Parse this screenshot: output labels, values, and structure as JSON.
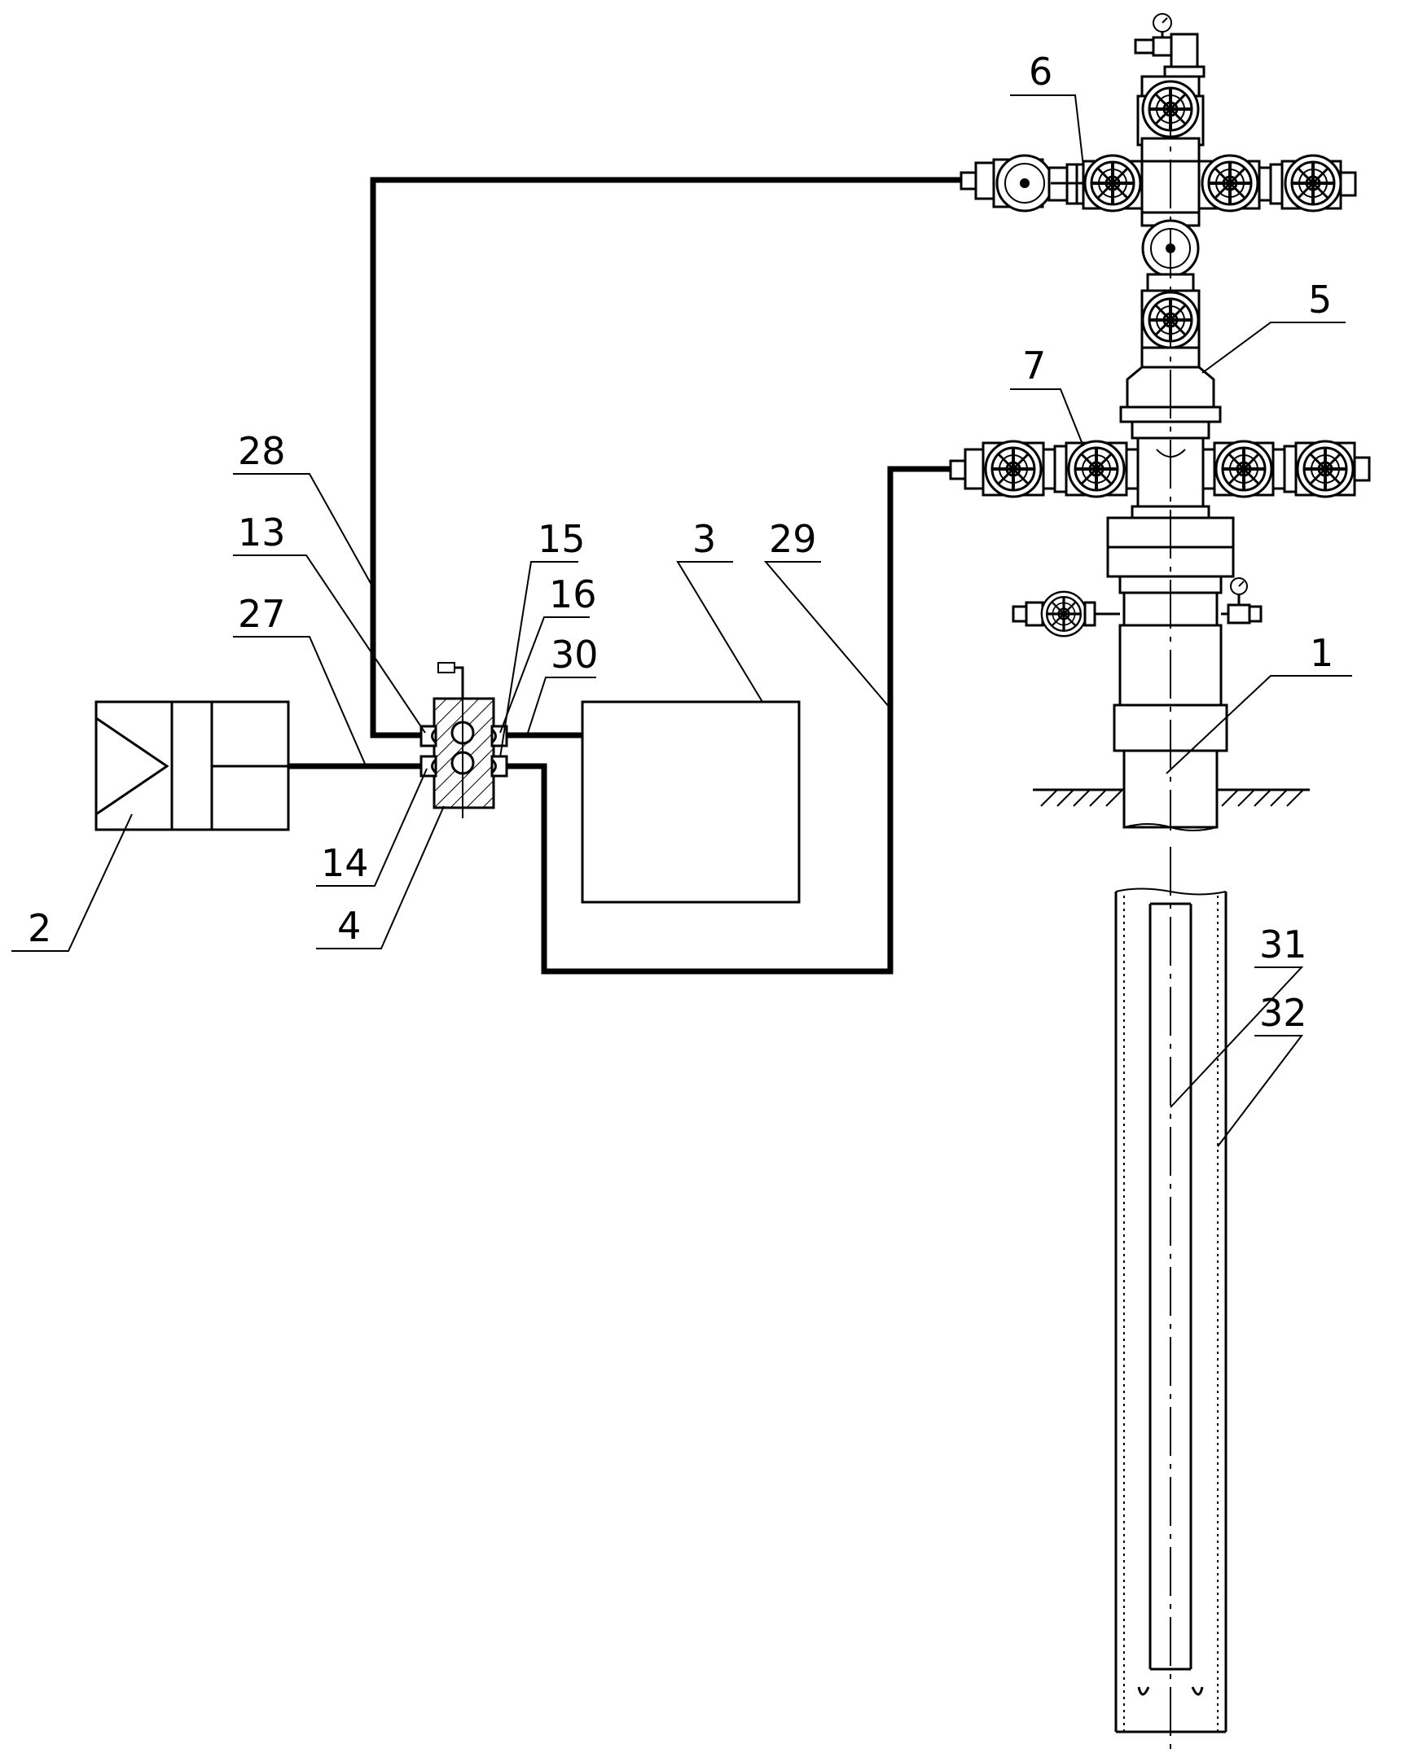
{
  "labels": {
    "n1": "1",
    "n2": "2",
    "n3": "3",
    "n4": "4",
    "n5": "5",
    "n6": "6",
    "n7": "7",
    "n13": "13",
    "n14": "14",
    "n15": "15",
    "n16": "16",
    "n27": "27",
    "n28": "28",
    "n29": "29",
    "n30": "30",
    "n31": "31",
    "n32": "32"
  }
}
